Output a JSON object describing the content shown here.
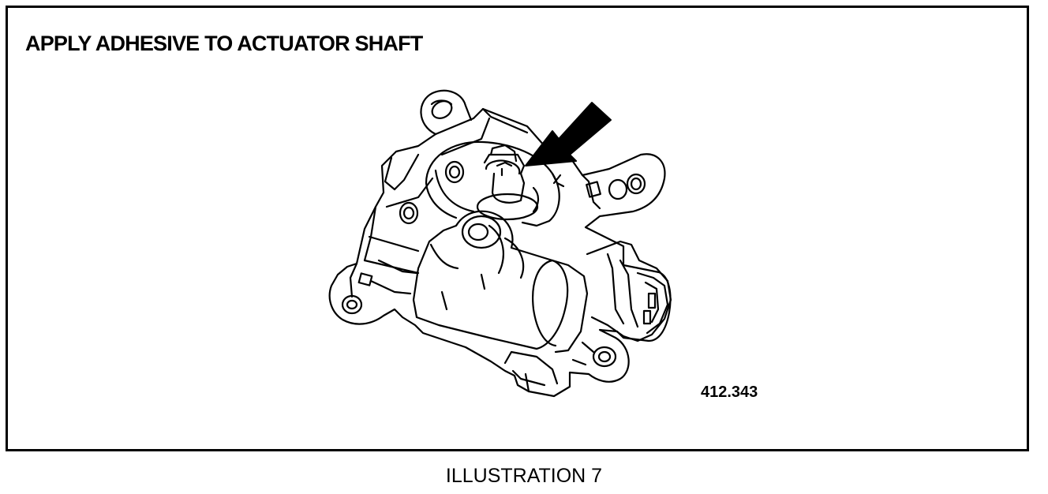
{
  "title": "APPLY ADHESIVE TO ACTUATOR SHAFT",
  "reference_number": "412.343",
  "caption": "ILLUSTRATION 7",
  "icons": {
    "actuator": "actuator-icon",
    "pointer": "arrow-icon"
  },
  "colors": {
    "line": "#000000",
    "background": "#ffffff"
  }
}
